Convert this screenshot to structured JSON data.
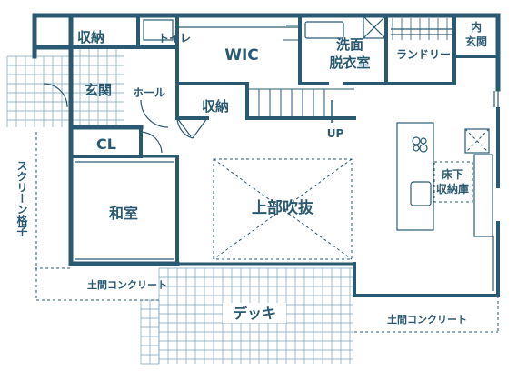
{
  "rooms": {
    "storage_top": "収納",
    "toilet": "トイレ",
    "wic": "WIC",
    "washroom_line1": "洗面",
    "washroom_line2": "脱衣室",
    "laundry": "ランドリー",
    "inner_entrance_line1": "内",
    "inner_entrance_line2": "玄関",
    "entrance": "玄関",
    "hall": "ホール",
    "storage_mid": "収納",
    "up": "UP",
    "closet": "CL",
    "washitsu": "和室",
    "void": "上部吹抜",
    "underfloor_line1": "床下",
    "underfloor_line2": "収納庫",
    "screen_lattice": "スクリーン格子",
    "doma_left": "土間コンクリート",
    "deck": "デッキ",
    "doma_right": "土間コンクリート"
  }
}
